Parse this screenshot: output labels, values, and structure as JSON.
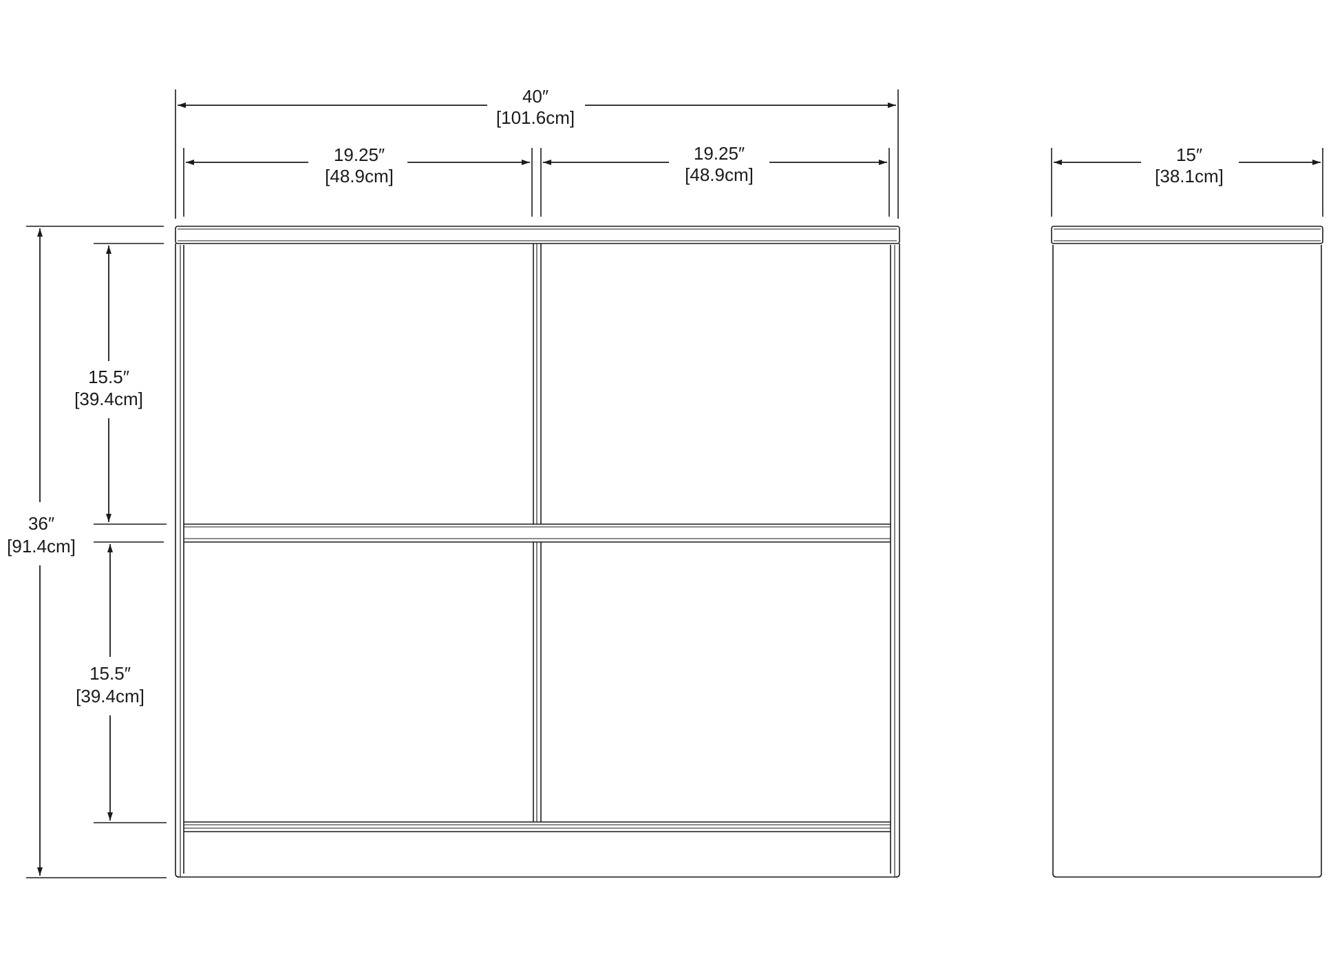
{
  "front_view": {
    "overall_width": {
      "imperial": "40″",
      "metric": "[101.6cm]"
    },
    "left_bay_width": {
      "imperial": "19.25″",
      "metric": "[48.9cm]"
    },
    "right_bay_width": {
      "imperial": "19.25″",
      "metric": "[48.9cm]"
    },
    "overall_height": {
      "imperial": "36″",
      "metric": "[91.4cm]"
    },
    "upper_shelf_height": {
      "imperial": "15.5″",
      "metric": "[39.4cm]"
    },
    "lower_shelf_height": {
      "imperial": "15.5″",
      "metric": "[39.4cm]"
    }
  },
  "side_view": {
    "depth": {
      "imperial": "15″",
      "metric": "[38.1cm]"
    }
  }
}
